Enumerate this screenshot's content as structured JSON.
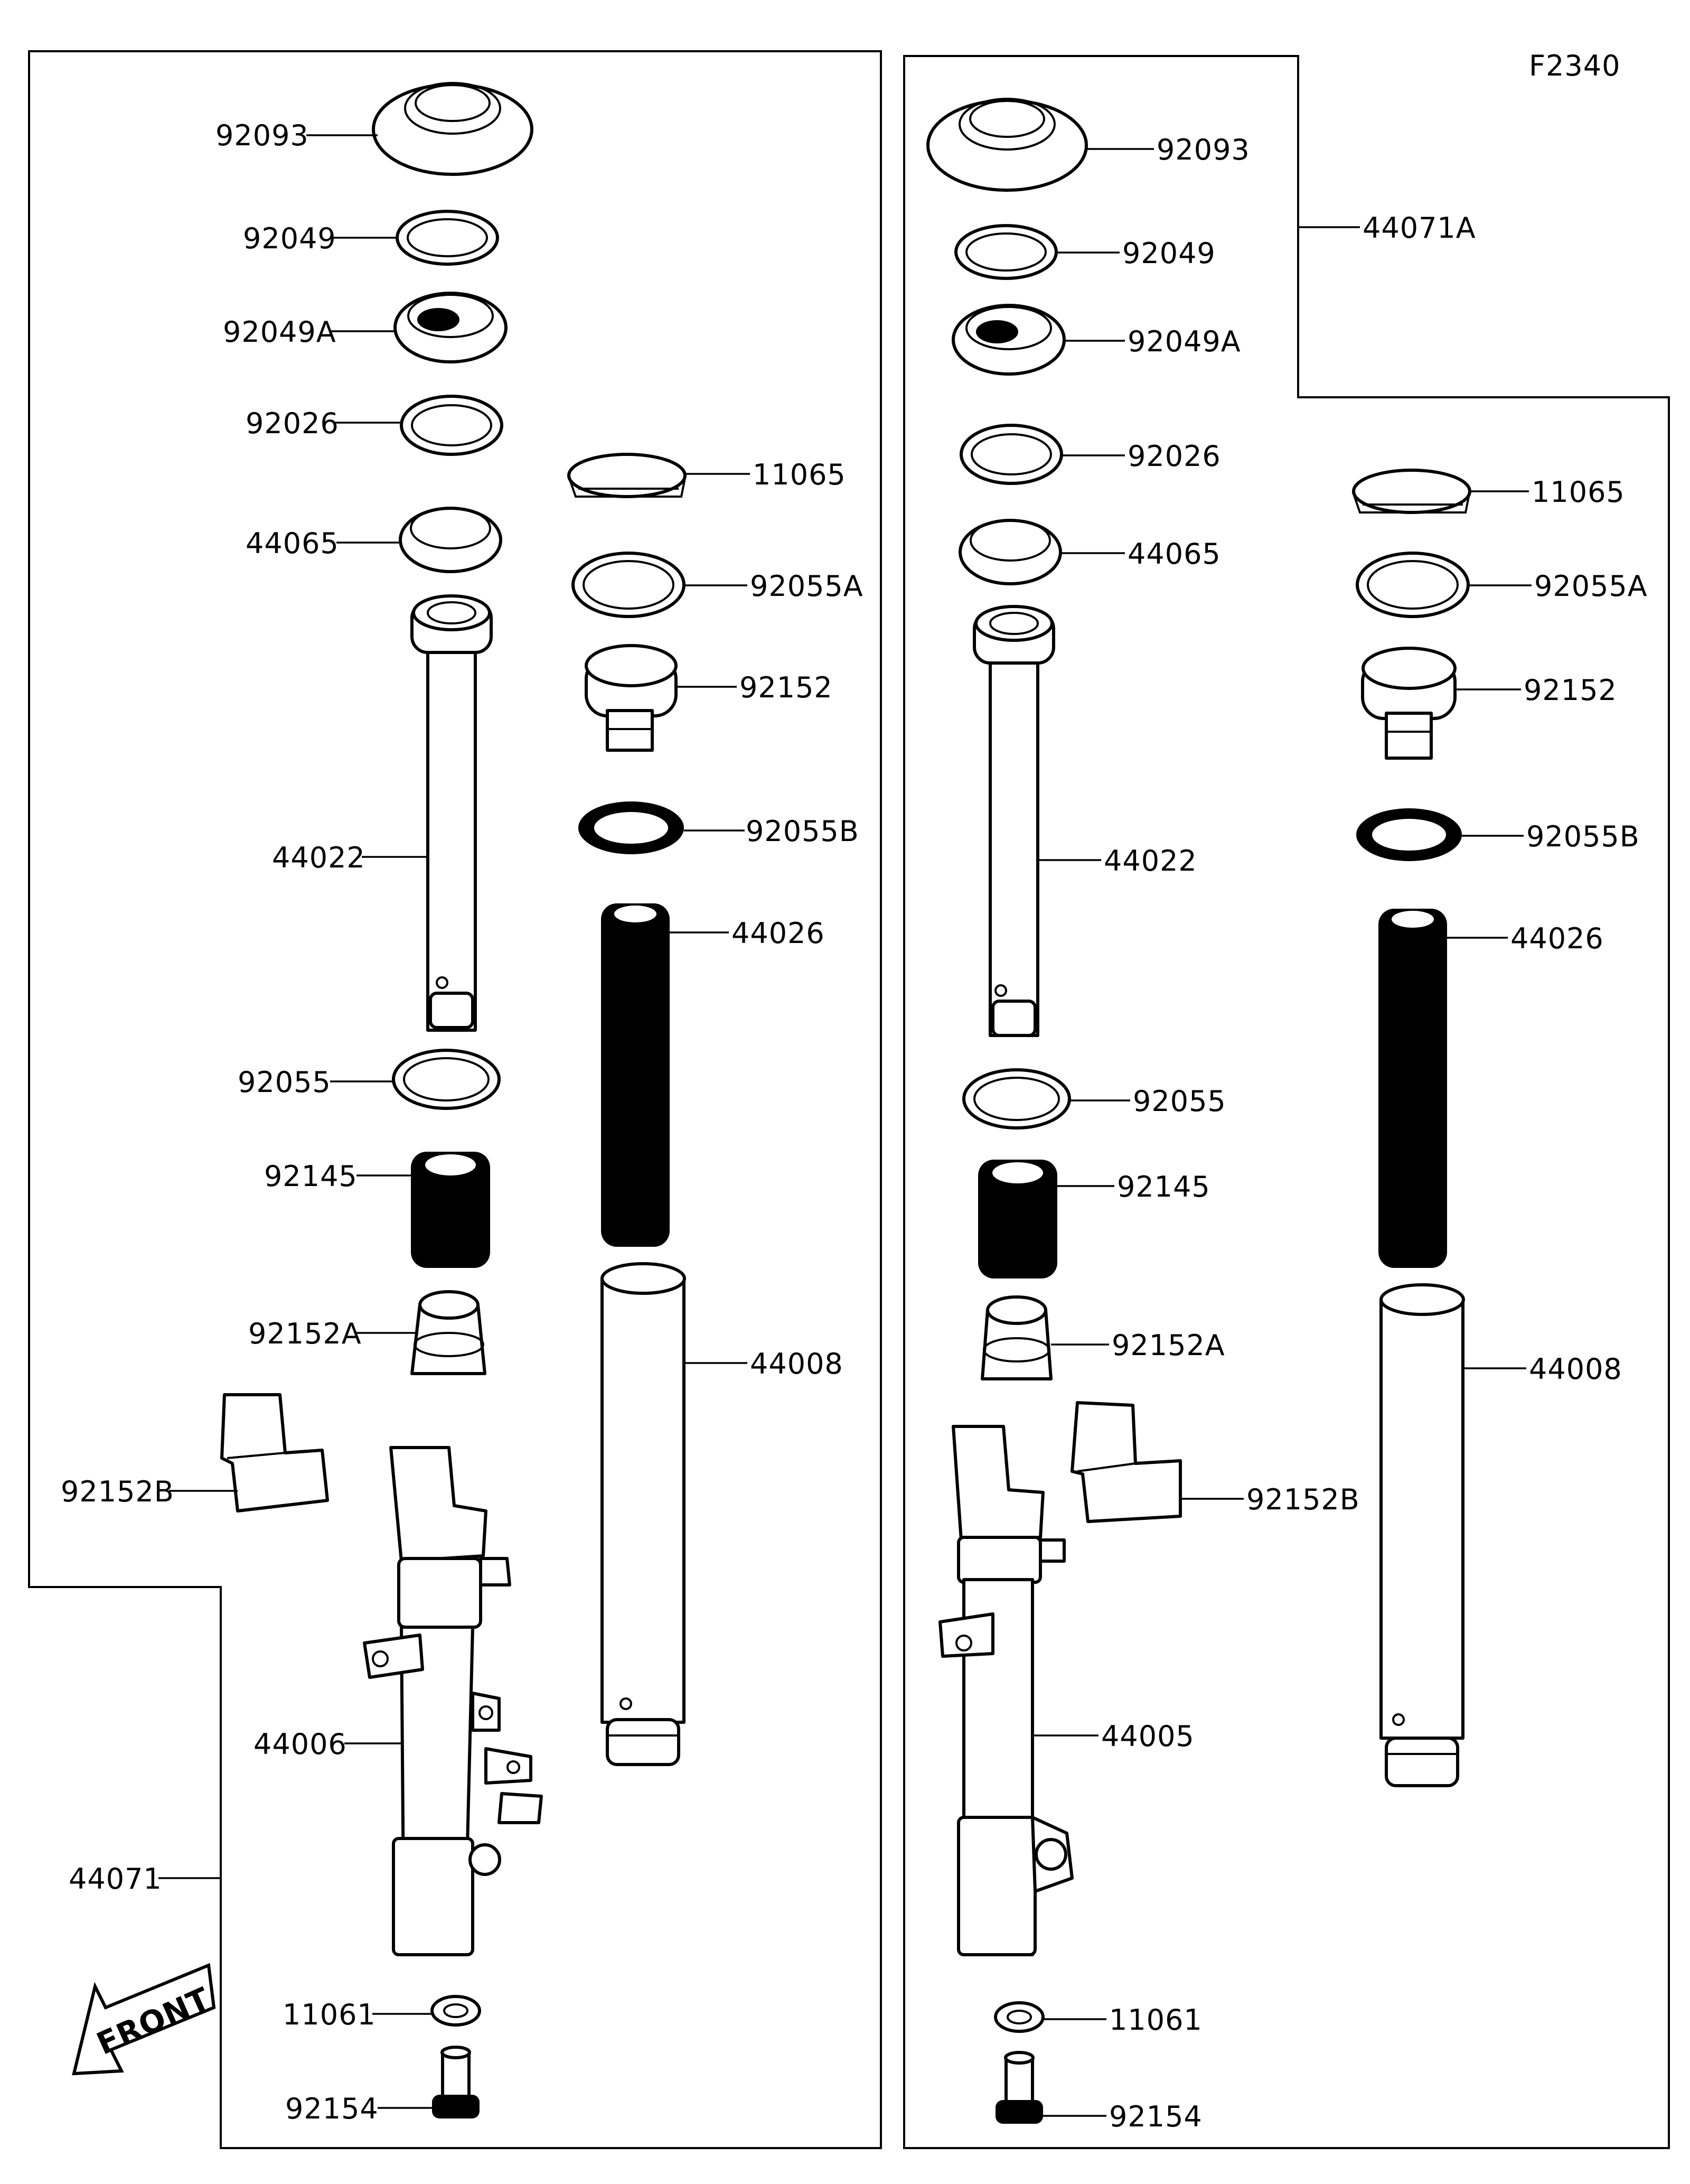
{
  "diagram_code": "F2340",
  "front_label": "FRONT",
  "left_assembly": {
    "assembly_label": "44071",
    "labels": {
      "p92093": "92093",
      "p92049": "92049",
      "p92049A": "92049A",
      "p92026": "92026",
      "p44065": "44065",
      "p44022": "44022",
      "p92055": "92055",
      "p92145": "92145",
      "p92152A": "92152A",
      "p92152B": "92152B",
      "p44006": "44006",
      "p11061": "11061",
      "p92154": "92154",
      "p11065": "11065",
      "p92055A": "92055A",
      "p92152": "92152",
      "p92055B": "92055B",
      "p44026": "44026",
      "p44008": "44008"
    }
  },
  "right_assembly": {
    "assembly_label": "44071A",
    "labels": {
      "p92093": "92093",
      "p92049": "92049",
      "p92049A": "92049A",
      "p92026": "92026",
      "p44065": "44065",
      "p44022": "44022",
      "p92055": "92055",
      "p92145": "92145",
      "p92152A": "92152A",
      "p92152B": "92152B",
      "p44005": "44005",
      "p11061": "11061",
      "p92154": "92154",
      "p11065": "11065",
      "p92055A": "92055A",
      "p92152": "92152",
      "p92055B": "92055B",
      "p44026": "44026",
      "p44008": "44008"
    }
  }
}
